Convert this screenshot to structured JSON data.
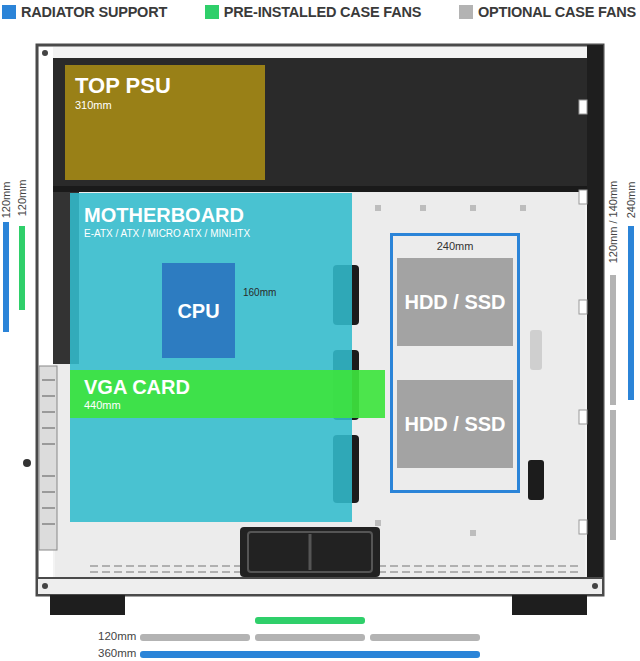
{
  "diagram": {
    "nodes": [
      {
        "text": [
          "TOP PSU",
          "310mm"
        ]
      },
      {
        "text": [
          "MOTHERBOARD",
          "E-ATX / ATX / MICRO ATX / MINI-ITX"
        ]
      },
      {
        "text": [
          "CPU"
        ],
        "in": 1
      },
      {
        "text": [
          "VGA CARD",
          "440mm"
        ]
      },
      {
        "text": [
          "240mm"
        ]
      },
      {
        "text": [
          "HDD / SSD"
        ],
        "in": 4
      },
      {
        "text": [
          "HDD / SSD"
        ],
        "in": 4
      }
    ],
    "labels": [
      "160mm",
      "120mm",
      "120mm",
      "120mm / 140mm",
      "240mm",
      "120mm",
      "360mm"
    ],
    "legend": [
      {
        "text": "RADIATOR SUPPORT",
        "color": "#2b84d8"
      },
      {
        "text": "PRE-INSTALLED CASE FANS",
        "color": "#2fcf6a"
      },
      {
        "text": "OPTIONAL CASE FANS",
        "color": "#b3b3b3"
      }
    ]
  }
}
